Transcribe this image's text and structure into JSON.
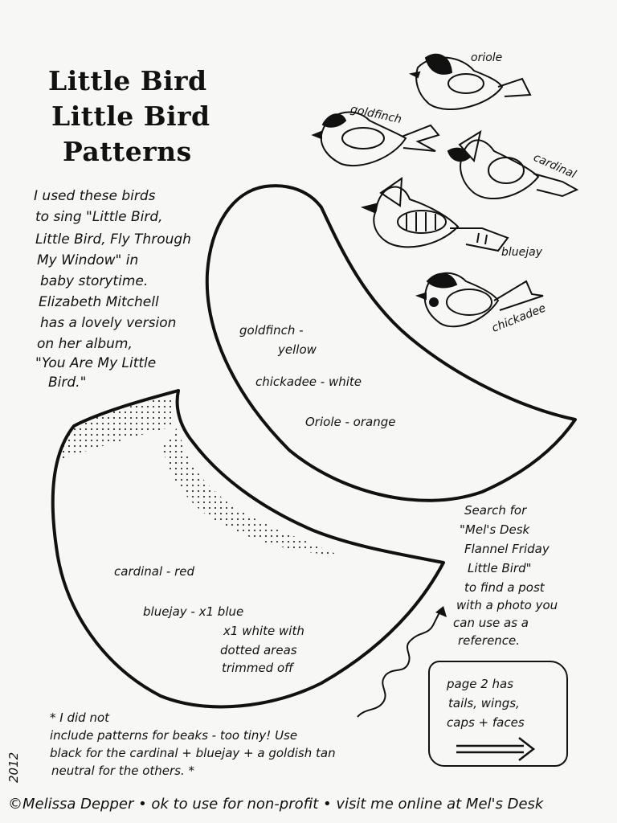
{
  "title": {
    "line1": "Little Bird",
    "line2": "Little Bird",
    "line3": "Patterns"
  },
  "intro": {
    "lines": [
      "I used these birds",
      "to sing \"Little Bird,",
      "Little Bird, Fly Through",
      "My Window\" in",
      "baby storytime.",
      "Elizabeth Mitchell",
      "has a lovely version",
      "on her album,",
      "\"You Are My Little",
      "Bird.\""
    ]
  },
  "bird_labels": {
    "oriole": "oriole",
    "goldfinch": "goldfinch",
    "cardinal": "cardinal",
    "bluejay": "bluejay",
    "chickadee": "chickadee"
  },
  "upper_pattern": {
    "lines": [
      "goldfinch -",
      "yellow",
      "chickadee - white",
      "Oriole - orange"
    ]
  },
  "lower_pattern": {
    "line1": "cardinal - red",
    "line2": "bluejay - x1 blue",
    "line3": "x1 white with",
    "line4": "dotted areas",
    "line5": "trimmed off"
  },
  "search_note": {
    "lines": [
      "Search for",
      "\"Mel's Desk",
      "Flannel Friday",
      "Little Bird\"",
      "to find a post",
      "with a photo you",
      "can use as a",
      "reference."
    ]
  },
  "page2_note": {
    "lines": [
      "page 2 has",
      "tails, wings,",
      "caps + faces"
    ]
  },
  "beak_note": {
    "lines": [
      "* I did not",
      "include patterns for beaks - too tiny! Use",
      "black for the cardinal + bluejay + a goldish tan",
      "neutral for the others. *"
    ]
  },
  "year": "2012",
  "footer": "©Melissa Depper • ok to use for non-profit • visit me online at Mel's Desk",
  "colors": {
    "paper": "#f7f7f5",
    "ink": "#111111"
  }
}
